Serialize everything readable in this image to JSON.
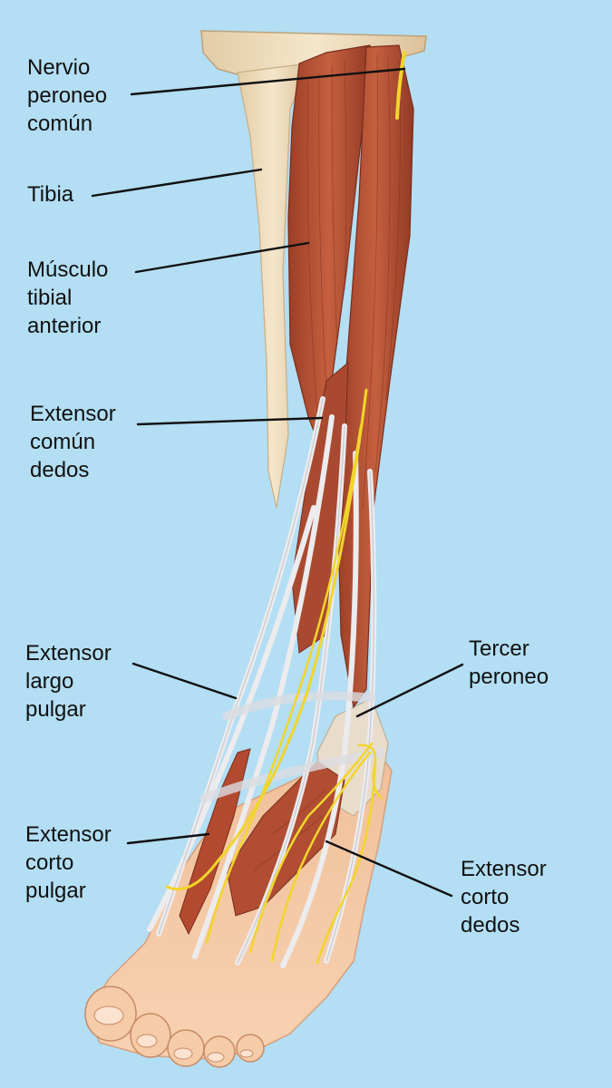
{
  "colors": {
    "background": "#b3def3",
    "bone": "#efdcbd",
    "muscle": "#b45238",
    "tendon": "#e7e7ea",
    "nerve": "#f1d62a",
    "skin": "#f4c8a4",
    "leader": "#111111"
  },
  "labels": [
    {
      "id": "nervio-peroneo-comun",
      "lines": [
        "Nervio",
        "peroneo",
        "común"
      ]
    },
    {
      "id": "tibia",
      "lines": [
        "Tibia"
      ]
    },
    {
      "id": "musculo-tibial-anterior",
      "lines": [
        "Músculo",
        "tibial",
        "anterior"
      ]
    },
    {
      "id": "extensor-comun-dedos",
      "lines": [
        "Extensor",
        "común",
        "dedos"
      ]
    },
    {
      "id": "extensor-largo-pulgar",
      "lines": [
        "Extensor",
        "largo",
        "pulgar"
      ]
    },
    {
      "id": "tercer-peroneo",
      "lines": [
        "Tercer",
        "peroneo"
      ]
    },
    {
      "id": "extensor-corto-pulgar",
      "lines": [
        "Extensor",
        "corto",
        "pulgar"
      ]
    },
    {
      "id": "extensor-corto-dedos",
      "lines": [
        "Extensor",
        "corto",
        "dedos"
      ]
    }
  ]
}
